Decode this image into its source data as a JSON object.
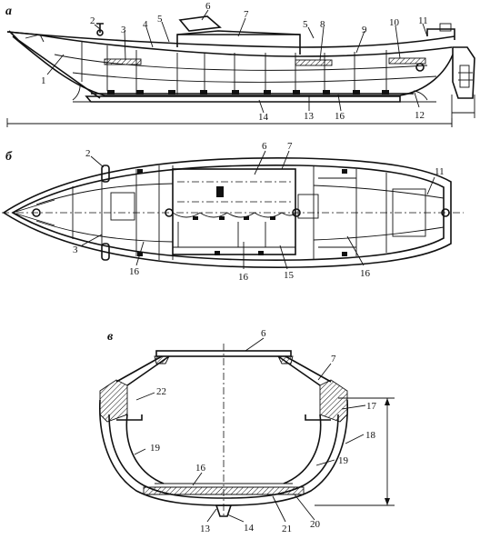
{
  "views": {
    "side": {
      "letter": "а"
    },
    "plan": {
      "letter": "б"
    },
    "section": {
      "letter": "в"
    }
  },
  "callouts": {
    "side": [
      "1",
      "2",
      "3",
      "4",
      "5",
      "6",
      "7",
      "5",
      "8",
      "9",
      "10",
      "11",
      "12",
      "13",
      "14",
      "16"
    ],
    "plan": [
      "2",
      "6",
      "7",
      "11",
      "3",
      "16",
      "16",
      "15",
      "16"
    ],
    "section": [
      "6",
      "7",
      "22",
      "17",
      "18",
      "19",
      "19",
      "16",
      "13",
      "14",
      "21",
      "20"
    ]
  }
}
